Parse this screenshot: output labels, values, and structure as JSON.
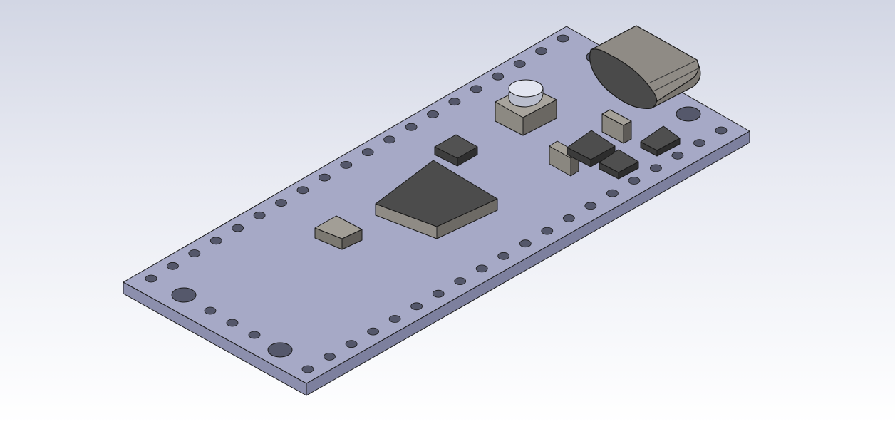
{
  "scene": {
    "colors": {
      "background_top": "#d2d6e4",
      "background_bottom": "#ffffff",
      "board_top": "#a6a9c6",
      "board_front": "#8c8fad",
      "board_side": "#7d809e",
      "outline": "#1a1a1a",
      "hole": "#54576a",
      "chip_dark": "#4b4b4b",
      "chip_light": "#908c84",
      "usb_body": "#8f8b85",
      "button_cap": "#dfe2ee"
    },
    "components": [
      {
        "name": "pcb-board",
        "kind": "board"
      },
      {
        "name": "usb-c-connector",
        "kind": "connector"
      },
      {
        "name": "push-button",
        "kind": "switch"
      },
      {
        "name": "microcontroller-chip",
        "kind": "ic"
      },
      {
        "name": "small-ic-chip",
        "kind": "ic"
      },
      {
        "name": "crystal-component",
        "kind": "passive"
      },
      {
        "name": "regulator-chip",
        "kind": "ic"
      }
    ]
  }
}
